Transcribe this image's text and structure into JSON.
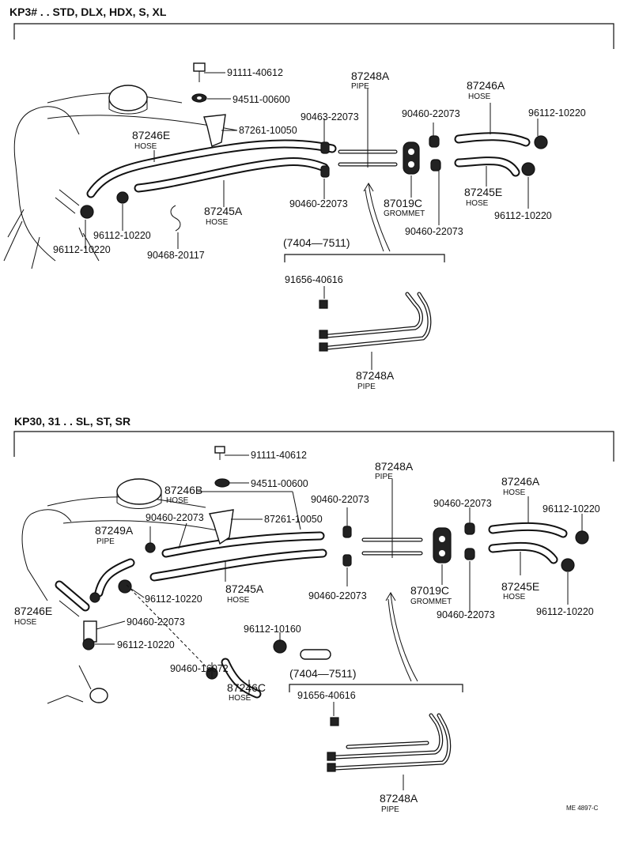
{
  "sections": [
    {
      "header": "KP3# . . STD, DLX, HDX, S, XL",
      "labels": {
        "bolt": "91111-40612",
        "washer": "94511-00600",
        "bracket": "87261-10050",
        "clip_a": "90463-22073",
        "hose_e": "87246E",
        "hose_e_sub": "HOSE",
        "hose_245a": "87245A",
        "hose_245a_sub": "HOSE",
        "clamp_l1": "96112-10220",
        "clamp_l2": "96112-10220",
        "clip_s": "90468-20117",
        "clip_bottom": "90460-22073",
        "pipe": "87248A",
        "pipe_sub": "PIPE",
        "clip_top_r": "90460-22073",
        "grommet": "87019C",
        "grommet_sub": "GROMMET",
        "clip_grom": "90460-22073",
        "hose_246a": "87246A",
        "hose_246a_sub": "HOSE",
        "clamp_tr": "96112-10220",
        "hose_245e": "87245E",
        "hose_245e_sub": "HOSE",
        "clamp_br": "96112-10220",
        "range": "(7404—7511)",
        "valve": "91656-40616",
        "pipe2": "87248A",
        "pipe2_sub": "PIPE"
      }
    },
    {
      "header": "KP30, 31 . . SL, ST, SR",
      "labels": {
        "bolt": "91111-40612",
        "washer": "94511-00600",
        "hose_b": "87246B",
        "hose_b_sub": "HOSE",
        "clip_b": "90460-22073",
        "bracket": "87261-10050",
        "pipe_249a": "87249A",
        "pipe_249a_sub": "PIPE",
        "clamp_mid": "96112-10220",
        "hose_245a": "87245A",
        "hose_245a_sub": "HOSE",
        "hose_e": "87246E",
        "hose_e_sub": "HOSE",
        "clip_dash": "90460-22073",
        "clamp_low": "96112-10220",
        "clip_16072": "90460-16072",
        "hose_c": "87246C",
        "hose_c_sub": "HOSE",
        "clamp_10160": "96112-10160",
        "pipe": "87248A",
        "pipe_sub": "PIPE",
        "clip_top": "90460-22073",
        "clip_bottom": "90460-22073",
        "clip_top_r": "90460-22073",
        "grommet": "87019C",
        "grommet_sub": "GROMMET",
        "clip_grom": "90460-22073",
        "hose_246a": "87246A",
        "hose_246a_sub": "HOSE",
        "clamp_tr": "96112-10220",
        "hose_245e": "87245E",
        "hose_245e_sub": "HOSE",
        "clamp_br": "96112-10220",
        "range": "(7404—7511)",
        "valve": "91656-40616",
        "pipe2": "87248A",
        "pipe2_sub": "PIPE"
      }
    }
  ],
  "footer_code": "ME 4897-C"
}
